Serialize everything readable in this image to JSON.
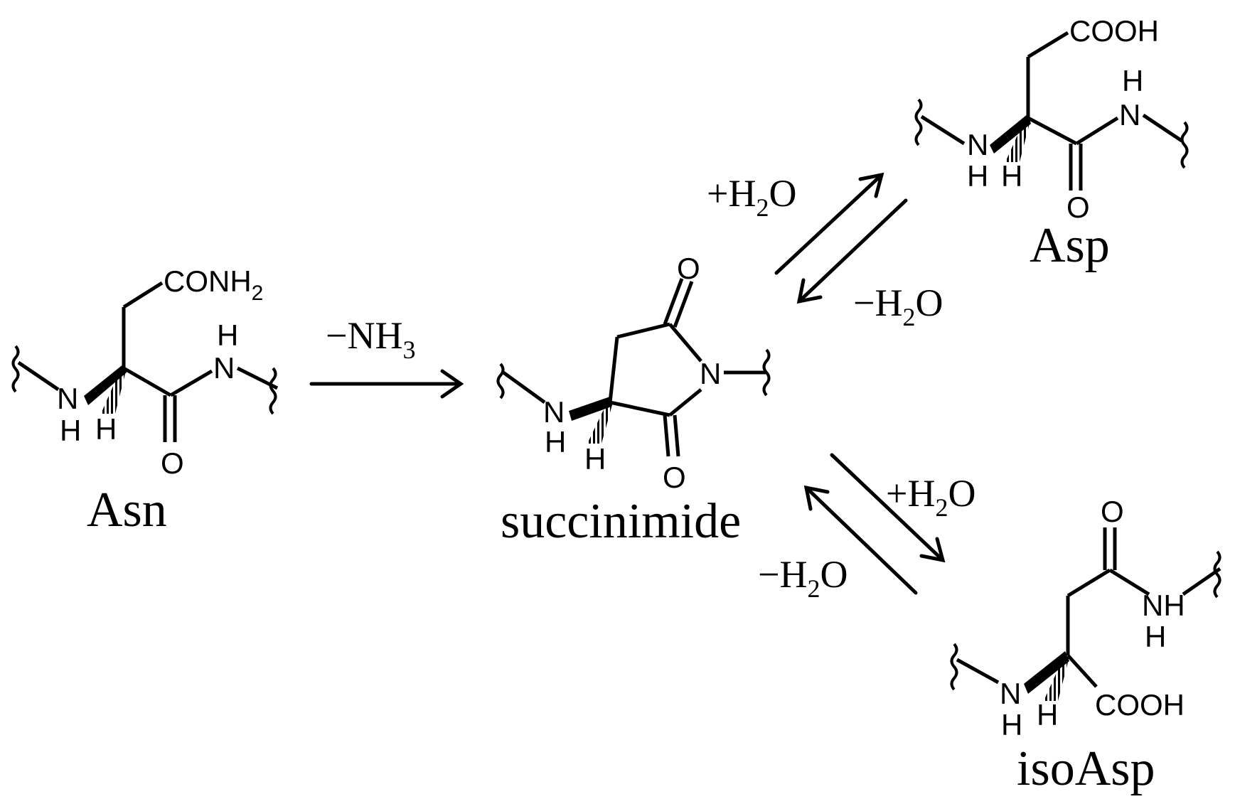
{
  "molecules": {
    "asn": {
      "name": "Asn",
      "side_chain": "CONH",
      "side_chain_sub": "2"
    },
    "succinimide": {
      "name": "succinimide"
    },
    "asp": {
      "name": "Asp",
      "side_chain": "COOH"
    },
    "isoasp": {
      "name": "isoAsp",
      "side_chain": "COOH"
    }
  },
  "atoms": {
    "N": "N",
    "H": "H",
    "O": "O",
    "NH": "NH"
  },
  "reactions": {
    "asn_to_succinimide": {
      "prefix": "−NH",
      "sub": "3"
    },
    "succinimide_to_asp": {
      "prefix": "+H",
      "sub": "2",
      "suffix": "O"
    },
    "asp_to_succinimide": {
      "prefix": "−H",
      "sub": "2",
      "suffix": "O"
    },
    "succinimide_to_isoasp": {
      "prefix": "+H",
      "sub": "2",
      "suffix": "O"
    },
    "isoasp_to_succinimide": {
      "prefix": "−H",
      "sub": "2",
      "suffix": "O"
    }
  }
}
